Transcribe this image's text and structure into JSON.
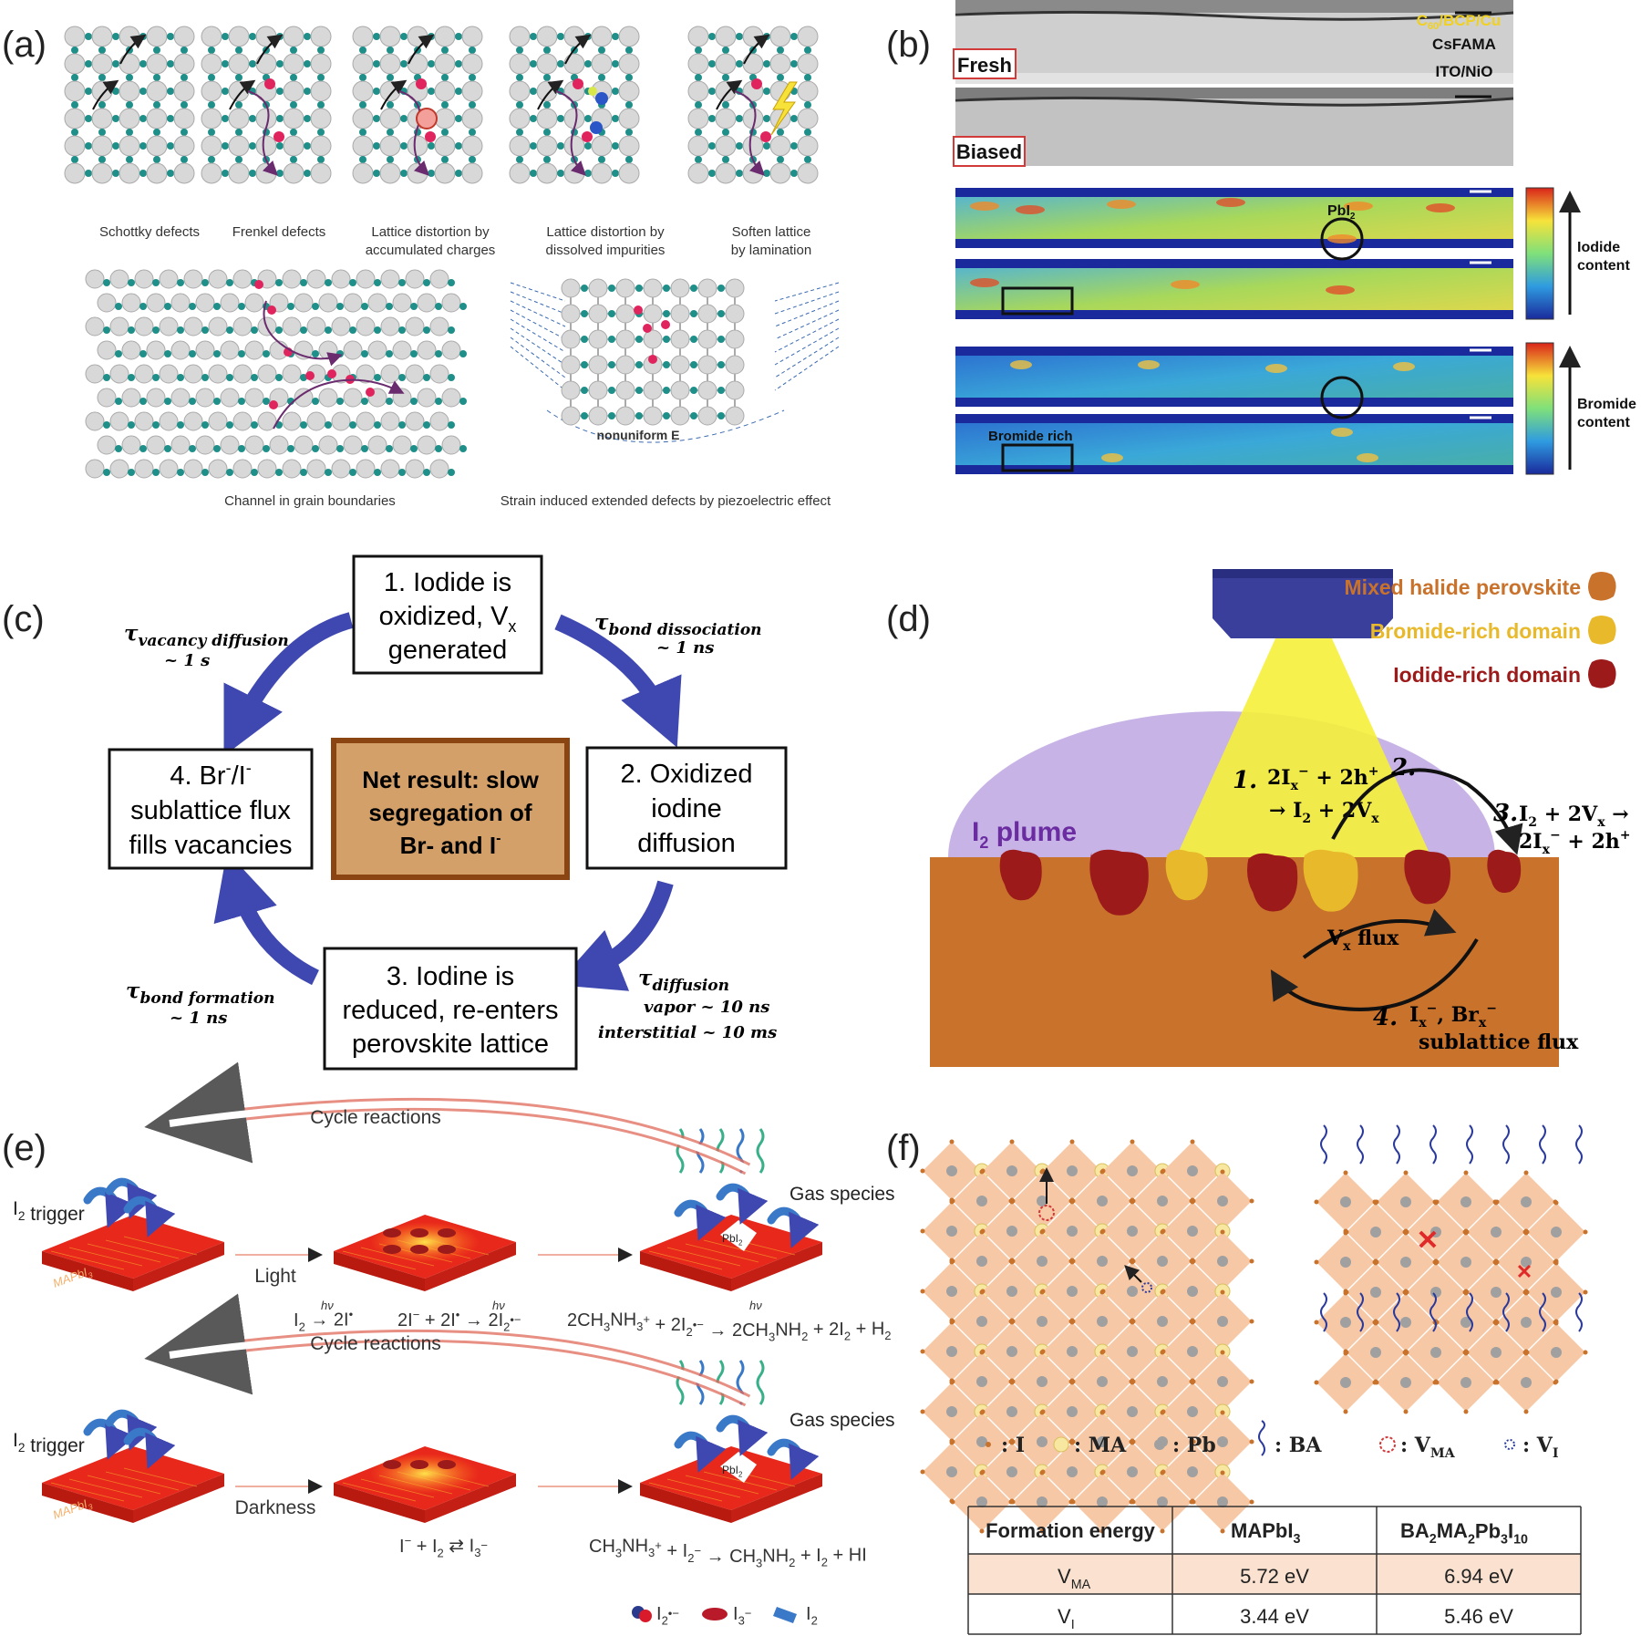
{
  "panels": {
    "a": {
      "letter": "(a)",
      "captions": [
        [
          "Schottky defects"
        ],
        [
          "Frenkel defects"
        ],
        [
          "Lattice distortion by",
          "accumulated charges"
        ],
        [
          "Lattice distortion by",
          "dissolved impurities"
        ],
        [
          "Soften lattice",
          "by lamination"
        ]
      ],
      "grain_caption": "Channel in grain boundaries",
      "strain_caption": "Strain induced extended defects by piezoelectric effect",
      "nonuniform_label": "nonuniform E"
    },
    "b": {
      "letter": "(b)",
      "fresh_label": "Fresh",
      "biased_label": "Biased",
      "layers": [
        "CsFAMA",
        "ITO/NiO"
      ],
      "top_layer_parts": [
        "C",
        "60",
        "/BCP/Cu"
      ],
      "pbi2": [
        "PbI",
        "2"
      ],
      "bromide_rich": "Bromide rich",
      "iodide_scale": [
        "Iodide",
        "content"
      ],
      "bromide_scale": [
        "Bromide",
        "content"
      ]
    },
    "c": {
      "letter": "(c)",
      "box1": [
        "1. Iodide is",
        "oxidized, V",
        "x",
        "generated"
      ],
      "box2": [
        "2. Oxidized",
        "iodine",
        "diffusion"
      ],
      "box3": [
        "3. Iodine is",
        "reduced, re-enters",
        "perovskite lattice"
      ],
      "box4": [
        "4. Br",
        "-",
        "/I",
        "-",
        "sublattice flux",
        "fills vacancies"
      ],
      "center": [
        "Net result: slow",
        "segregation of",
        "Br- and I",
        "-"
      ],
      "tau_vacancy": [
        "τ",
        "vacancy diffusion",
        "~ 1 s"
      ],
      "tau_bond_dissociation": [
        "τ",
        "bond dissociation",
        "~ 1 ns"
      ],
      "tau_diffusion": [
        "τ",
        "diffusion",
        "vapor ~ 10 ns",
        "interstitial ~ 10 ms"
      ],
      "tau_bond_formation": [
        "τ",
        "bond formation",
        "~ 1 ns"
      ]
    },
    "d": {
      "letter": "(d)",
      "legend": [
        {
          "label": "Mixed halide perovskite",
          "color": "#c8722c"
        },
        {
          "label": "Bromide-rich domain",
          "color": "#e8b92a"
        },
        {
          "label": "Iodide-rich domain",
          "color": "#9c1a1a"
        }
      ],
      "plume_label": [
        "I",
        "2",
        " plume"
      ],
      "step1": [
        "1.",
        "2I",
        "x",
        "−",
        " + 2h",
        "+",
        "→ I",
        "2",
        " + 2V",
        "x"
      ],
      "step2": "2.",
      "step3": [
        "3.",
        "I",
        "2",
        " + 2V",
        "x",
        " →",
        "2I",
        "x",
        "−",
        " + 2h",
        "+"
      ],
      "vx_flux": [
        "V",
        "x",
        " flux"
      ],
      "step4": [
        "4.",
        "I",
        "x",
        "−",
        ", Br",
        "x",
        "−",
        "sublattice flux"
      ]
    },
    "e": {
      "letter": "(e)",
      "i2_trigger": [
        "I",
        "2",
        " trigger"
      ],
      "cycle_reactions": "Cycle reactions",
      "gas_species": "Gas species",
      "light": "Light",
      "darkness": "Darkness",
      "mapbi3": [
        "MAPbI",
        "3"
      ],
      "pbi2": [
        "PbI",
        "2"
      ],
      "hv": "hν",
      "eq1": [
        "I",
        "2",
        " → 2I",
        "•"
      ],
      "eq2": [
        "2I",
        "−",
        " + 2I",
        "•",
        " → 2I",
        "2",
        "•−"
      ],
      "eq3": [
        "2CH",
        "3",
        "NH",
        "3",
        "+",
        " + 2I",
        "2",
        "•−",
        " → 2CH",
        "3",
        "NH",
        "2",
        " + 2I",
        "2",
        " + H",
        "2"
      ],
      "eq4": [
        "I",
        "−",
        " + I",
        "2",
        " ⇄ I",
        "3",
        "−"
      ],
      "eq5": [
        "CH",
        "3",
        "NH",
        "3",
        "+",
        " + I",
        "2",
        "−",
        " → CH",
        "3",
        "NH",
        "2",
        " + I",
        "2",
        " + HI"
      ],
      "legend": [
        [
          "I",
          "2",
          "•−"
        ],
        [
          "I",
          "3",
          "−"
        ],
        [
          "I",
          "2",
          ""
        ]
      ]
    },
    "f": {
      "letter": "(f)",
      "legend": [
        [
          "I",
          ""
        ],
        [
          "MA",
          ""
        ],
        [
          "Pb",
          ""
        ],
        [
          "BA",
          ""
        ],
        [
          "V",
          "MA"
        ],
        [
          "V",
          "I"
        ]
      ],
      "table": {
        "headers": [
          "Formation energy",
          [
            "MAPbI",
            "3"
          ],
          [
            "BA",
            "2",
            "MA",
            "2",
            "Pb",
            "3",
            "I",
            "10"
          ]
        ],
        "rows": [
          {
            "label": [
              "V",
              "MA"
            ],
            "values": [
              "5.72 eV",
              "6.94 eV"
            ],
            "highlight": true
          },
          {
            "label": [
              "V",
              "I"
            ],
            "values": [
              "3.44 eV",
              "5.46 eV"
            ],
            "highlight": false
          }
        ]
      }
    }
  },
  "colors": {
    "teal": "#1f8f8a",
    "gray_atom": "#d8d8d8",
    "magenta": "#e0245e",
    "purple_arrow": "#6a2c6e",
    "blue_arrow": "#3f48b0",
    "box_brown": "#d4a06a",
    "box_border": "#8b4513",
    "perovskite_orange": "#c8722c",
    "plume": "#c7b3e6",
    "red_slab": "#e8281b",
    "octahedron": "#f7c8a5",
    "highlight_row": "#fbe2d0"
  }
}
